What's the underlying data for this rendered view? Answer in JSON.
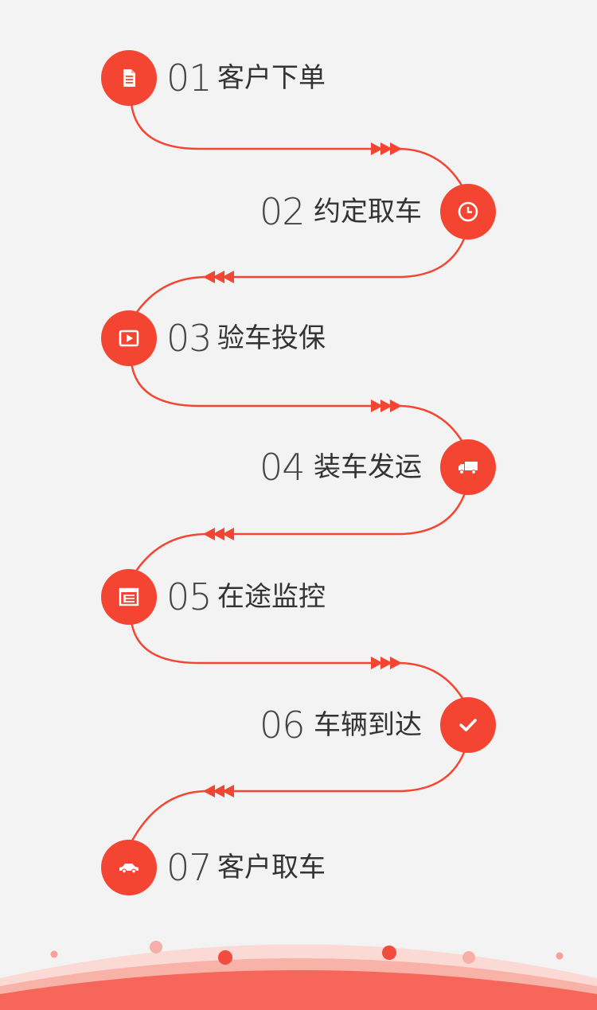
{
  "colors": {
    "accent": "#f44532",
    "background": "#f3f3f3",
    "text": "#333333"
  },
  "steps": [
    {
      "num": "01",
      "label": "客户下单",
      "icon": "document-icon"
    },
    {
      "num": "02",
      "label": "约定取车",
      "icon": "clock-icon"
    },
    {
      "num": "03",
      "label": "验车投保",
      "icon": "play-icon"
    },
    {
      "num": "04",
      "label": "装车发运",
      "icon": "truck-icon"
    },
    {
      "num": "05",
      "label": "在途监控",
      "icon": "monitor-list-icon"
    },
    {
      "num": "06",
      "label": "车辆到达",
      "icon": "checkmark-icon"
    },
    {
      "num": "07",
      "label": "客户取车",
      "icon": "car-icon"
    }
  ]
}
